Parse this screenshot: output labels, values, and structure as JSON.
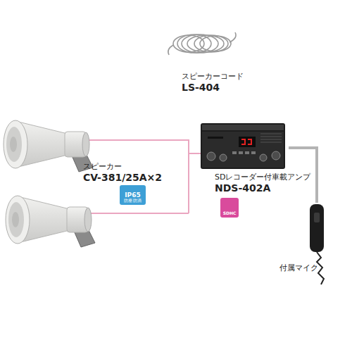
{
  "diagram": {
    "nodes": [
      {
        "text": [
          "スピーカーコード",
          "LS-404"
        ]
      },
      {
        "text": [
          "スピーカー",
          "CV-381/25A×2"
        ]
      },
      {
        "text": [
          "IP65",
          "防塵 防滴"
        ],
        "in": 1
      },
      {
        "text": [
          "SDレコーダー付車載アンプ",
          "NDS-402A"
        ]
      },
      {
        "text": [
          "SDHC"
        ],
        "in": 3
      },
      {
        "text": [
          "付属マイク"
        ]
      }
    ],
    "edges": [
      {
        "from": 1,
        "to": 3,
        "arrow": "none"
      },
      {
        "from": 3,
        "to": 5,
        "arrow": "none"
      }
    ]
  }
}
